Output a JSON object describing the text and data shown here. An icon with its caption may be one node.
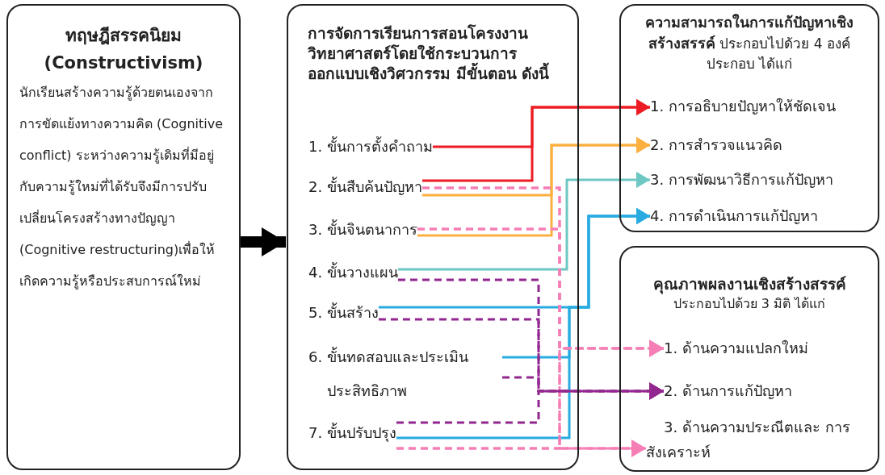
{
  "diagram": {
    "nodes": [
      {
        "text": [
          "ทฤษฎีสรรคนิยม (Constructivism)",
          "นักเรียนสร้างความรู้ด้วยตนเองจากการขัดแย้งทางความคิด (Cognitive conflict) ระหว่างความรู้เดิมที่มีอยู่กับความรู้ใหม่ที่ได้รับจึงมีการปรับเปลี่ยนโครงสร้างทางปัญญา (Cognitive restructuring)เพื่อให้เกิดความรู้หรือประสบการณ์ใหม่"
        ]
      },
      {
        "text": [
          "การจัดการเรียนการสอนโครงงานวิทยาศาสตร์โดยใช้กระบวนการออกแบบเชิงวิศวกรรม มีขั้นตอน ดังนี้"
        ]
      },
      {
        "text": [
          "1. ขั้นการตั้งคำถาม"
        ],
        "in": 1
      },
      {
        "text": [
          "2. ขั้นสืบค้นปัญหา"
        ],
        "in": 1
      },
      {
        "text": [
          "3. ขั้นจินตนาการ"
        ],
        "in": 1
      },
      {
        "text": [
          "4. ขั้นวางแผน"
        ],
        "in": 1
      },
      {
        "text": [
          "5. ขั้นสร้าง"
        ],
        "in": 1
      },
      {
        "text": [
          "6. ขั้นทดสอบและประเมิน ประสิทธิภาพ"
        ],
        "in": 1
      },
      {
        "text": [
          "7. ขั้นปรับปรุง"
        ],
        "in": 1
      },
      {
        "text": [
          "**ความสามารถในการแก้ปัญหาเชิงสร้างสรรค์** ประกอบไปด้วย 4 องค์ประกอบ ได้แก่"
        ]
      },
      {
        "text": [
          "1. การอธิบายปัญหาให้ชัดเจน"
        ],
        "in": 9
      },
      {
        "text": [
          "2. การสำรวจแนวคิด"
        ],
        "in": 9
      },
      {
        "text": [
          "3. การพัฒนาวิธีการแก้ปัญหา"
        ],
        "in": 9
      },
      {
        "text": [
          "4. การดำเนินการแก้ปัญหา"
        ],
        "in": 9
      },
      {
        "text": [
          "คุณภาพผลงานเชิงสร้างสรรค์",
          "ประกอบไปด้วย 3 มิติ ได้แก่"
        ]
      },
      {
        "text": [
          "1. ด้านความแปลกใหม่"
        ],
        "in": 14
      },
      {
        "text": [
          "2. ด้านการแก้ปัญหา"
        ],
        "in": 14
      },
      {
        "text": [
          "3. ด้านความประณีตและ การสังเคราะห์"
        ],
        "in": 14
      }
    ],
    "edges": [
      {
        "from": 0,
        "to": 1,
        "arrow": "to",
        "style": "thick",
        "color": "#000000"
      },
      {
        "from": 2,
        "to": 10,
        "arrow": "to",
        "color": "#ed1c24"
      },
      {
        "from": 3,
        "to": 10,
        "arrow": "to",
        "color": "#ed1c24"
      },
      {
        "from": 3,
        "to": 11,
        "arrow": "to",
        "color": "#fbb040"
      },
      {
        "from": 4,
        "to": 11,
        "arrow": "to",
        "color": "#fbb040"
      },
      {
        "from": 5,
        "to": 12,
        "arrow": "to",
        "color": "#6dc8c4"
      },
      {
        "from": 6,
        "to": 13,
        "arrow": "to",
        "color": "#29abe2"
      },
      {
        "from": 7,
        "to": 13,
        "arrow": "to",
        "color": "#29abe2"
      },
      {
        "from": 8,
        "to": 13,
        "arrow": "to",
        "color": "#29abe2"
      },
      {
        "from": 3,
        "to": 15,
        "arrow": "to",
        "style": "dashed",
        "color": "#f57fb5"
      },
      {
        "from": 4,
        "to": 15,
        "arrow": "to",
        "style": "dashed",
        "color": "#f57fb5"
      },
      {
        "from": 8,
        "to": 15,
        "arrow": "to",
        "style": "dashed",
        "color": "#f57fb5"
      },
      {
        "from": 3,
        "to": 17,
        "arrow": "to",
        "style": "dashed",
        "color": "#f57fb5"
      },
      {
        "from": 4,
        "to": 17,
        "arrow": "to",
        "style": "dashed",
        "color": "#f57fb5"
      },
      {
        "from": 8,
        "to": 17,
        "arrow": "to",
        "style": "dashed",
        "color": "#f57fb5"
      },
      {
        "from": 5,
        "to": 16,
        "arrow": "to",
        "style": "dashed",
        "color": "#92278f"
      },
      {
        "from": 6,
        "to": 16,
        "arrow": "to",
        "style": "dashed",
        "color": "#92278f"
      },
      {
        "from": 7,
        "to": 16,
        "arrow": "to",
        "style": "dashed",
        "color": "#92278f"
      },
      {
        "from": 8,
        "to": 16,
        "arrow": "to",
        "style": "dashed",
        "color": "#92278f"
      }
    ]
  }
}
